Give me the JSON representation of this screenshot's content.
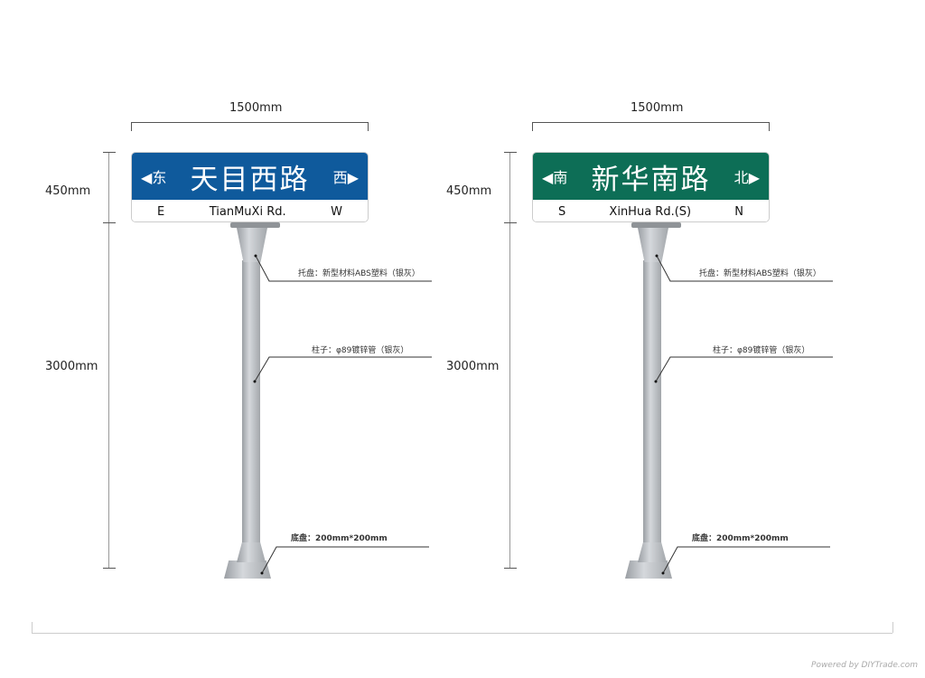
{
  "signs": [
    {
      "width_label": "1500mm",
      "sign_height_label": "450mm",
      "pole_height_label": "3000mm",
      "color": "#0f5a9c",
      "left_dir": "东",
      "name": "天目西路",
      "right_dir": "西",
      "left_en": "E",
      "name_en": "TianMuXi Rd.",
      "right_en": "W",
      "callout_tray": "托盘：新型材料ABS塑料（银灰）",
      "callout_pole": "柱子：φ89镀锌管（银灰）",
      "callout_base": "底盘：200mm*200mm"
    },
    {
      "width_label": "1500mm",
      "sign_height_label": "450mm",
      "pole_height_label": "3000mm",
      "color": "#0d6e56",
      "left_dir": "南",
      "name": "新华南路",
      "right_dir": "北",
      "left_en": "S",
      "name_en": "XinHua Rd.(S)",
      "right_en": "N",
      "callout_tray": "托盘：新型材料ABS塑料（银灰）",
      "callout_pole": "柱子：φ89镀锌管（银灰）",
      "callout_base": "底盘：200mm*200mm"
    }
  ],
  "footer": "Powered by DIYTrade.com"
}
